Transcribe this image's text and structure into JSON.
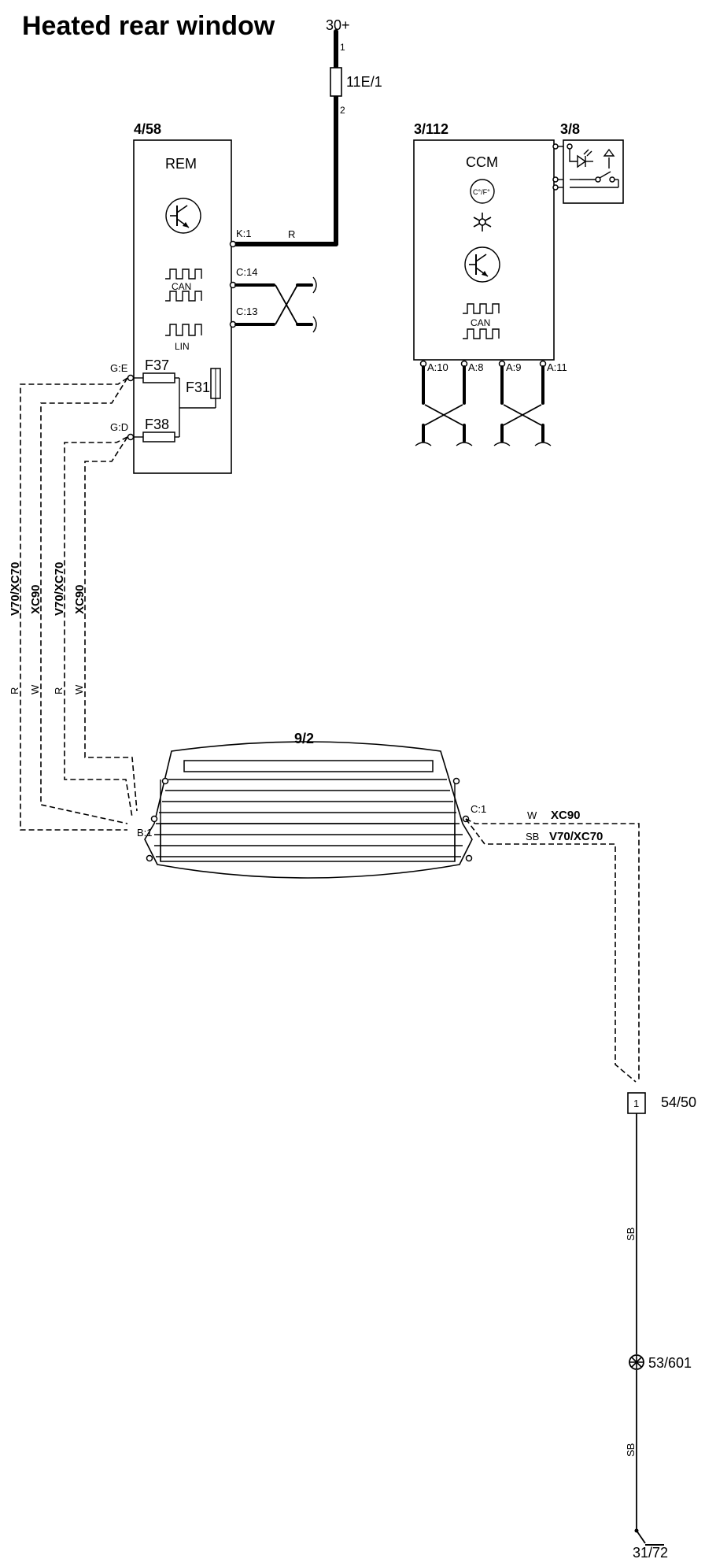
{
  "title": "Heated rear window",
  "supply": {
    "label": "30+",
    "pin1": "1",
    "pin2": "2",
    "fuse": "11E/1"
  },
  "rem": {
    "id": "4/58",
    "name": "REM",
    "pins": {
      "k1": "K:1",
      "c14": "C:14",
      "c13": "C:13",
      "ge": "G:E",
      "gd": "G:D"
    },
    "can": "CAN",
    "lin": "LIN",
    "fuses": {
      "f37": "F37",
      "f38": "F38",
      "f31": "F31"
    },
    "wire_k1": "R"
  },
  "ccm": {
    "id": "3/112",
    "name": "CCM",
    "temp_unit": "C°/F°",
    "can": "CAN",
    "pins": [
      "A:10",
      "A:8",
      "A:9",
      "A:11"
    ]
  },
  "panel": {
    "id": "3/8"
  },
  "rear_window": {
    "id": "9/2",
    "pin_b1": "B:1",
    "pin_c1": "C:1"
  },
  "wires_left": [
    {
      "variant": "V70/XC70",
      "color": "R"
    },
    {
      "variant": "XC90",
      "color": "W"
    },
    {
      "variant": "V70/XC70",
      "color": "R"
    },
    {
      "variant": "XC90",
      "color": "W"
    }
  ],
  "wires_right": [
    {
      "color": "W",
      "variant": "XC90"
    },
    {
      "color": "SB",
      "variant": "V70/XC70"
    }
  ],
  "splice": {
    "pin": "1",
    "id": "54/50"
  },
  "ground_wire": {
    "upper": "SB",
    "lower": "SB"
  },
  "ground_point": "53/601",
  "ground": "31/72"
}
